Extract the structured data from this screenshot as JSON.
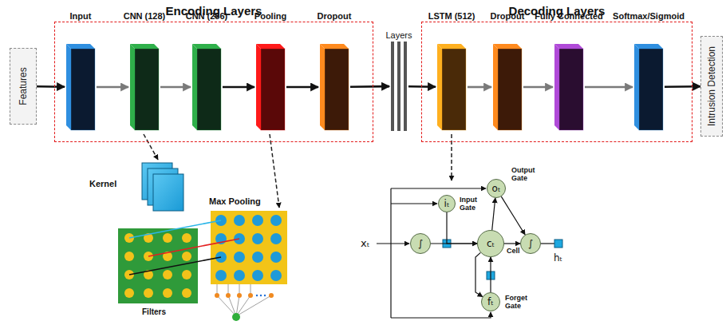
{
  "diagram": {
    "nodes": [
      {
        "text": [
          "Features"
        ]
      },
      {
        "text": [
          "Encoding Layers"
        ]
      },
      {
        "text": [
          "Input"
        ],
        "in": 1
      },
      {
        "text": [
          "CNN (128)"
        ],
        "in": 1
      },
      {
        "text": [
          "CNN (256)"
        ],
        "in": 1
      },
      {
        "text": [
          "Pooling"
        ],
        "in": 1
      },
      {
        "text": [
          "Dropout"
        ],
        "in": 1
      },
      {
        "text": [
          "Layers"
        ]
      },
      {
        "text": [
          "Decoding Layers"
        ]
      },
      {
        "text": [
          "LSTM (512)"
        ],
        "in": 8
      },
      {
        "text": [
          "Dropout"
        ],
        "in": 8
      },
      {
        "text": [
          "Fully Connected"
        ],
        "in": 8
      },
      {
        "text": [
          "Softmax/Sigmoid"
        ],
        "in": 8
      },
      {
        "text": [
          "Intrusion Detection"
        ]
      },
      {
        "text": [
          "∫"
        ]
      },
      {
        "text": [
          "iₜ",
          "Input Gate"
        ]
      },
      {
        "text": [
          "cₜ",
          "Cell"
        ]
      },
      {
        "text": [
          "oₜ",
          "Output Gate"
        ]
      },
      {
        "text": [
          "∫"
        ]
      },
      {
        "text": [
          "fₜ",
          "Forget Gate"
        ]
      }
    ],
    "edges": [
      {
        "from": 0,
        "to": 2,
        "arrow": "to"
      },
      {
        "from": 2,
        "to": 3,
        "arrow": "to"
      },
      {
        "from": 3,
        "to": 4,
        "arrow": "to"
      },
      {
        "from": 4,
        "to": 5,
        "arrow": "to"
      },
      {
        "from": 5,
        "to": 6,
        "arrow": "to"
      },
      {
        "from": 6,
        "to": 7,
        "arrow": "to"
      },
      {
        "from": 7,
        "to": 9,
        "arrow": "to"
      },
      {
        "from": 9,
        "to": 10,
        "arrow": "to"
      },
      {
        "from": 10,
        "to": 11,
        "arrow": "to"
      },
      {
        "from": 11,
        "to": 12,
        "arrow": "to"
      },
      {
        "from": 12,
        "to": 13,
        "arrow": "to"
      },
      {
        "from": 14,
        "to": 16,
        "arrow": "to"
      },
      {
        "from": 15,
        "to": 16,
        "arrow": "to"
      },
      {
        "from": 16,
        "to": 17,
        "arrow": "to"
      },
      {
        "from": 16,
        "to": 18,
        "arrow": "to"
      },
      {
        "from": 17,
        "to": 18,
        "arrow": "to"
      },
      {
        "from": 19,
        "to": 16,
        "arrow": "to"
      },
      {
        "from": 16,
        "to": 19,
        "arrow": "to"
      }
    ],
    "labels": [
      "Kernel",
      "Filters",
      "Max Pooling",
      "xₜ",
      "hₜ"
    ]
  }
}
